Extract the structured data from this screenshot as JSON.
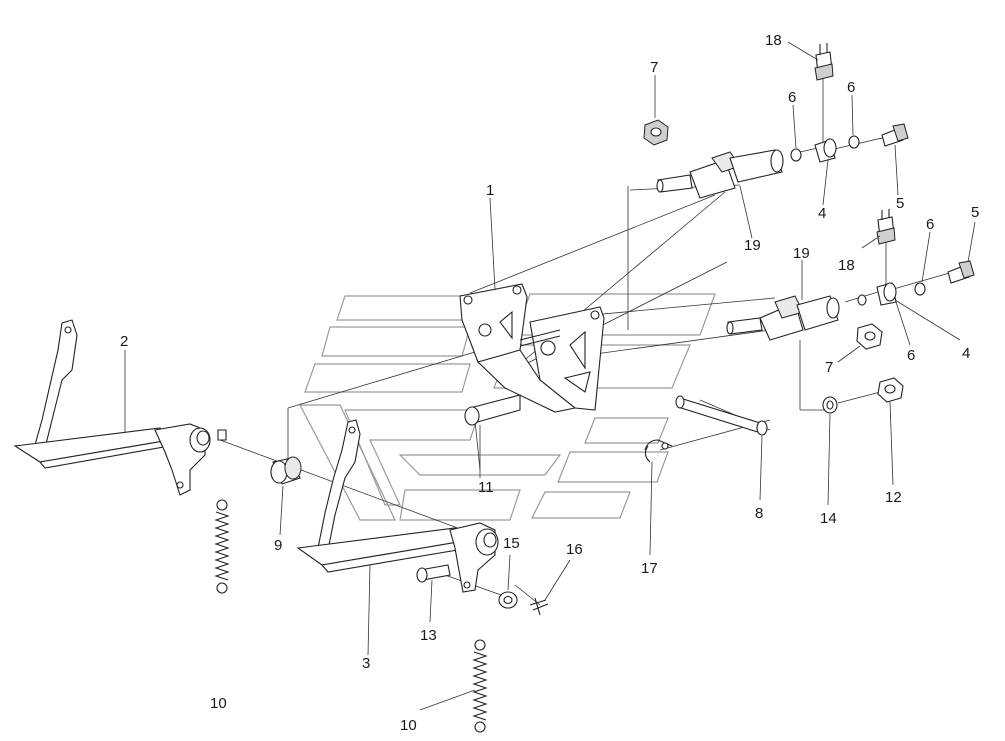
{
  "labels": {
    "l1": "1",
    "l2": "2",
    "l3": "3",
    "l4a": "4",
    "l4b": "4",
    "l5a": "5",
    "l5b": "5",
    "l6a": "6",
    "l6b": "6",
    "l6c": "6",
    "l6d": "6",
    "l7a": "7",
    "l7b": "7",
    "l8": "8",
    "l9": "9",
    "l10a": "10",
    "l10b": "10",
    "l11": "11",
    "l12": "12",
    "l13": "13",
    "l14": "14",
    "l15": "15",
    "l16": "16",
    "l17": "17",
    "l18a": "18",
    "l18b": "18",
    "l19a": "19",
    "l19b": "19"
  }
}
